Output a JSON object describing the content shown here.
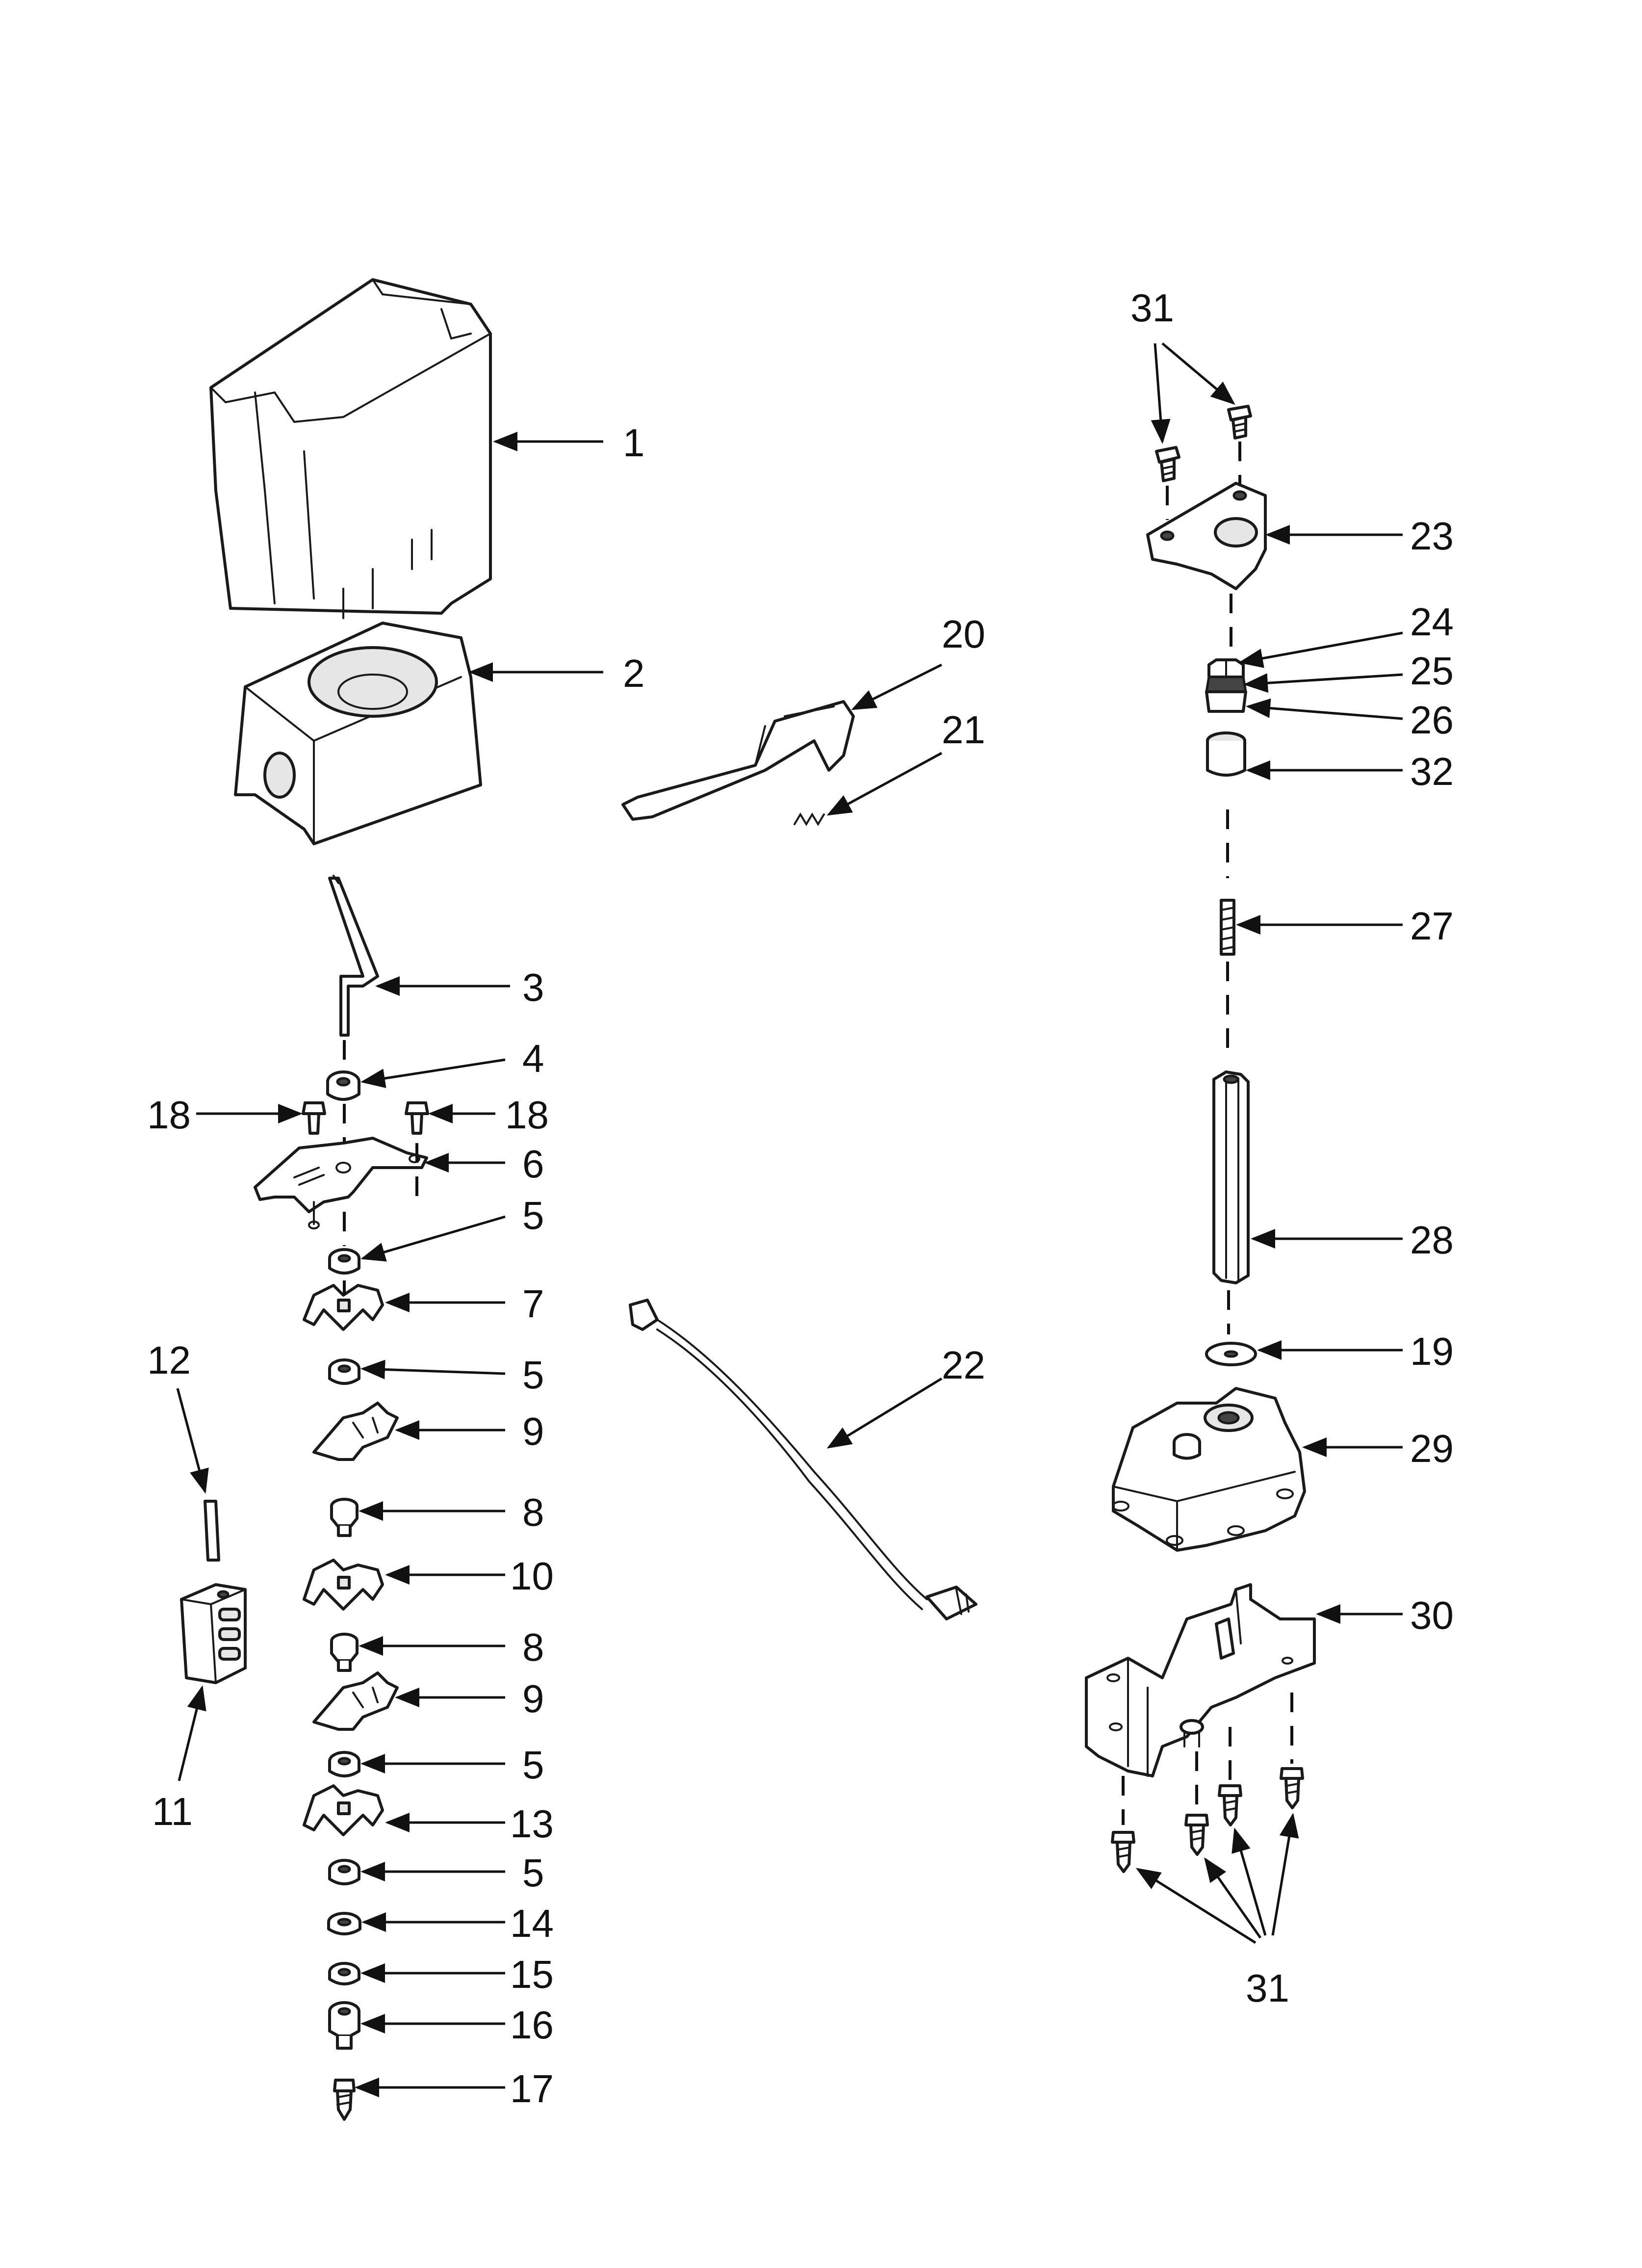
{
  "callouts": {
    "c1": "1",
    "c2": "2",
    "c3": "3",
    "c4": "4",
    "c5a": "5",
    "c5b": "5",
    "c5c": "5",
    "c5d": "5",
    "c6": "6",
    "c7": "7",
    "c8a": "8",
    "c8b": "8",
    "c9a": "9",
    "c9b": "9",
    "c10": "10",
    "c11": "11",
    "c12": "12",
    "c13": "13",
    "c14": "14",
    "c15": "15",
    "c16": "16",
    "c17": "17",
    "c18a": "18",
    "c18b": "18",
    "c19": "19",
    "c20": "20",
    "c21": "21",
    "c22": "22",
    "c23": "23",
    "c24": "24",
    "c25": "25",
    "c26": "26",
    "c27": "27",
    "c28": "28",
    "c29": "29",
    "c30": "30",
    "c31a": "31",
    "c31b": "31",
    "c32": "32"
  },
  "colors": {
    "line": "#111111",
    "background": "#ffffff"
  }
}
